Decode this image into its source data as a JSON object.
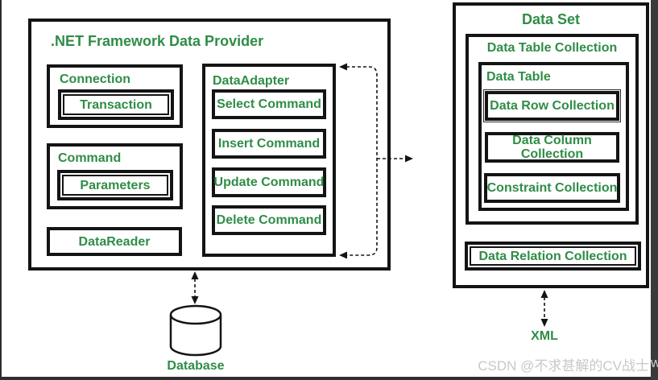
{
  "colors": {
    "accent_green": "#2F8D46",
    "line_black": "#141414",
    "watermark_gray": "#C8C8C8",
    "frame_gray": "#3A3A3A"
  },
  "provider": {
    "title": ".NET Framework Data Provider",
    "connection_label": "Connection",
    "transaction_label": "Transaction",
    "command_label": "Command",
    "parameters_label": "Parameters",
    "datareader_label": "DataReader",
    "dataadapter_label": "DataAdapter",
    "adapter_commands": [
      "Select Command",
      "Insert Command",
      "Update Command",
      "Delete Command"
    ]
  },
  "dataset": {
    "title": "Data Set",
    "table_collection_label": "Data Table Collection",
    "table_label": "Data Table",
    "row_collection_label": "Data Row Collection",
    "column_collection_label": "Data Column Collection",
    "constraint_collection_label": "Constraint Collection",
    "relation_collection_label": "Data Relation Collection"
  },
  "external": {
    "database_label": "Database",
    "xml_label": "XML"
  },
  "watermark": {
    "text": "CSDN @不求甚解的CV战士",
    "overflow": "w"
  }
}
